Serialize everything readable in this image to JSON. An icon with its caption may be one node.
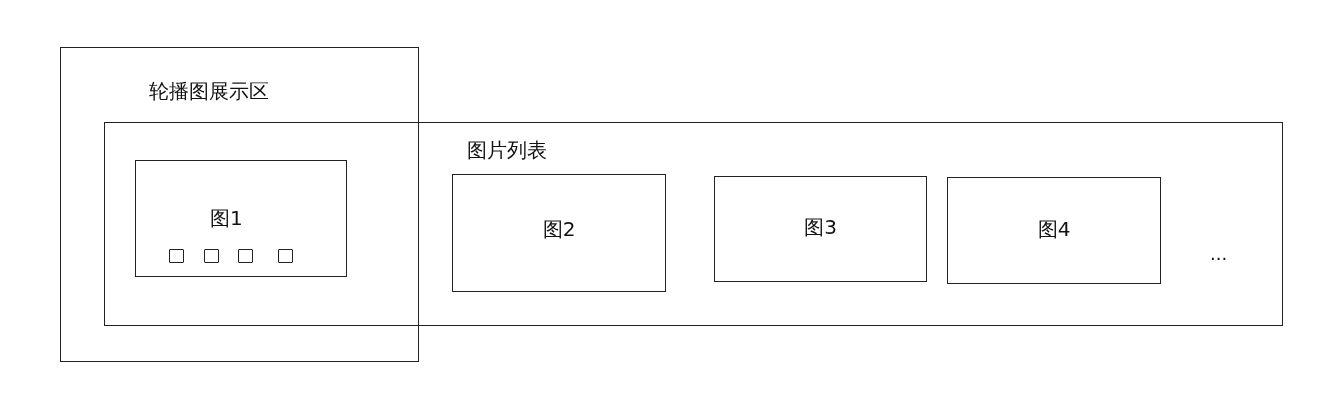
{
  "diagram": {
    "nodes": [
      {
        "text": [
          "轮播图展示区"
        ]
      },
      {
        "text": [
          "图片列表"
        ]
      },
      {
        "text": [
          "图1"
        ]
      },
      {
        "text": [],
        "shape": "box",
        "in": 2
      },
      {
        "text": [],
        "shape": "box",
        "in": 2
      },
      {
        "text": [],
        "shape": "box",
        "in": 2
      },
      {
        "text": [],
        "shape": "box",
        "in": 2
      },
      {
        "text": [
          "图2"
        ],
        "in": 1
      },
      {
        "text": [
          "图3"
        ],
        "in": 1
      },
      {
        "text": [
          "图4"
        ],
        "in": 1
      }
    ],
    "labels": [
      "..."
    ]
  }
}
